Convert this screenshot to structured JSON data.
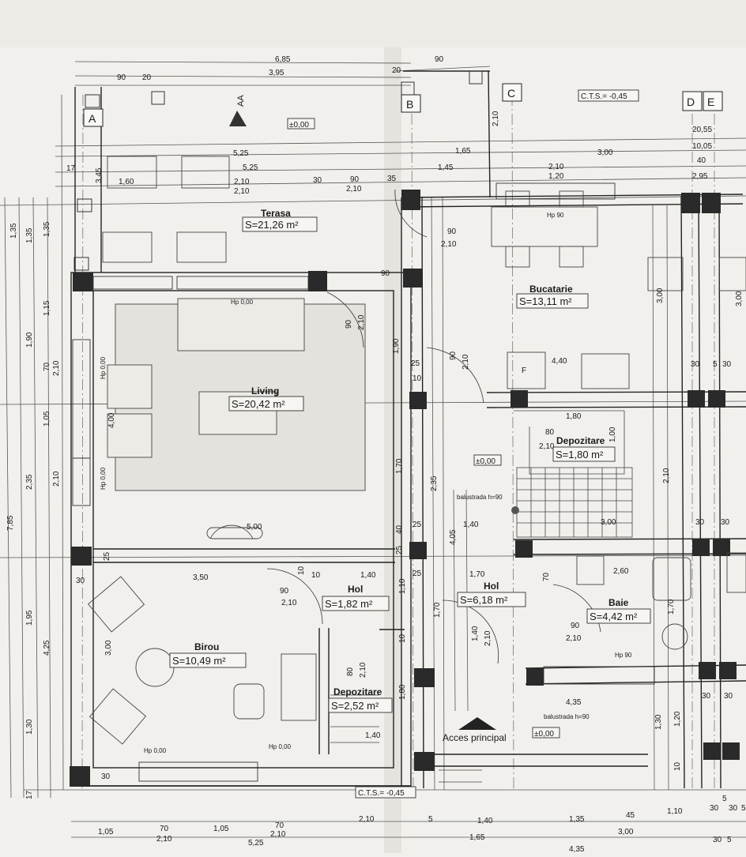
{
  "sheet": {
    "axes": [
      "A",
      "B",
      "C",
      "D",
      "E"
    ],
    "section_mark": "AA",
    "cts_top": "C.T.S.= -0,45",
    "cts_bottom": "C.T.S.= -0,45",
    "level_zero": "±0,00"
  },
  "rooms": {
    "terasa": {
      "name": "Terasa",
      "area": "S=21,26 m²"
    },
    "living": {
      "name": "Living",
      "area": "S=20,42 m²"
    },
    "bucatarie": {
      "name": "Bucatarie",
      "area": "S=13,11 m²"
    },
    "depozitare_upper": {
      "name": "Depozitare",
      "area": "S=1,80 m²"
    },
    "hol_left": {
      "name": "Hol",
      "area": "S=1,82 m²"
    },
    "hol_right": {
      "name": "Hol",
      "area": "S=6,18 m²"
    },
    "baie": {
      "name": "Baie",
      "area": "S=4,42 m²"
    },
    "birou": {
      "name": "Birou",
      "area": "S=10,49 m²"
    },
    "depozitare_lower": {
      "name": "Depozitare",
      "area": "S=2,52 m²"
    }
  },
  "labels": {
    "entrance": "Acces principal",
    "balustrade_stair": "balustrada h=90",
    "balustrade_entry": "balustrada h=90",
    "fridge": "F",
    "hp90_kitchen": "Hp 90",
    "hp90_bath": "Hp 90",
    "hp000_living": "Hp 0,00",
    "hp000_birou": "Hp 0,00",
    "hp000_birou2": "Hp 0,00",
    "hp000_side1": "Hp 0,00",
    "hp000_side2": "Hp 0,00"
  },
  "top_dims": {
    "d685": "6,85",
    "d395": "3,95",
    "d90a": "90",
    "d20a": "20",
    "d20b": "20",
    "d90b": "90",
    "d2055": "20,55",
    "d1005": "10,05",
    "d40": "40",
    "d295": "2,95",
    "d165": "1,65",
    "d300": "3,00",
    "d145": "1,45",
    "d210a": "2,10",
    "d120": "1,20",
    "d525a": "5,25",
    "d525b": "5,25",
    "d160": "1,60",
    "d210b": "2,10",
    "d210c": "2,10",
    "d30": "30",
    "d90c": "90",
    "d210d": "2,10",
    "d35": "35",
    "d210e": "2,10",
    "d90d": "90",
    "d210f": "2,10",
    "d345": "3,45",
    "d17": "17"
  },
  "left_dims": {
    "d135a": "1,35",
    "d135b": "1,35",
    "d135c": "1,35",
    "d190": "1,90",
    "d115": "1,15",
    "d70": "70",
    "d210a": "2,10",
    "d105": "1,05",
    "d235": "2,35",
    "d210b": "2,10",
    "d785": "7,85",
    "d195": "1,95",
    "d425": "4,25",
    "d130": "1,30",
    "d17": "17"
  },
  "inner_dims": {
    "d90living": "90",
    "d210living": "2,10",
    "d190": "1,90",
    "d25a": "25",
    "d10a": "10",
    "d90k": "90",
    "d210k": "2,10",
    "d440": "4,40",
    "d180": "1,80",
    "d80": "80",
    "d210dep": "2,10",
    "d100": "1,00",
    "d170a": "1,70",
    "d235": "2,35",
    "d405": "4,05",
    "d140a": "1,40",
    "d300st": "3,00",
    "d500": "5,00",
    "d40": "40",
    "d25b": "25",
    "d25c": "25",
    "d350": "3,50",
    "d10b": "10",
    "d10c": "10",
    "d140b": "1,40",
    "d25d": "25",
    "d170b": "1,70",
    "d260": "2,60",
    "d70": "70",
    "d90hol": "90",
    "d210hol": "2,10",
    "d110": "1,10",
    "d170c": "1,70",
    "d140c": "1,40",
    "d210h2": "2,10",
    "d90baie": "90",
    "d210baie": "2,10",
    "d170baie": "1,70",
    "d300birou": "3,00",
    "d400": "4,00",
    "d80b": "80",
    "d210dep2": "2,10",
    "d180b": "1,80",
    "d140d": "1,40",
    "d10d": "10",
    "d435": "4,35",
    "d130r": "1,30",
    "d120r": "1,20",
    "d10e": "10",
    "d300r1": "3,00",
    "d300r2": "3,00",
    "d210r": "2,10",
    "d30r1": "30",
    "d5r": "5",
    "d30r2": "30",
    "d30r3": "30",
    "d30r4": "30",
    "d30r5": "30",
    "d30r6": "30",
    "d30l1": "30",
    "d30l2": "30",
    "d25l": "25",
    "d90st": "90"
  },
  "bottom_dims": {
    "d105a": "1,05",
    "d70a": "70",
    "d105b": "1,05",
    "d70b": "70",
    "d210a": "2,10",
    "d210b": "2,10",
    "d210c": "2,10",
    "d525": "5,25",
    "d140": "1,40",
    "d165": "1,65",
    "d135": "1,35",
    "d45": "45",
    "d300": "3,00",
    "d110": "1,10",
    "d435": "4,35",
    "d30a": "30",
    "d5a": "5",
    "d30b": "30",
    "d5b": "5",
    "d5": "5",
    "d30c": "30",
    "d5c": "5"
  }
}
